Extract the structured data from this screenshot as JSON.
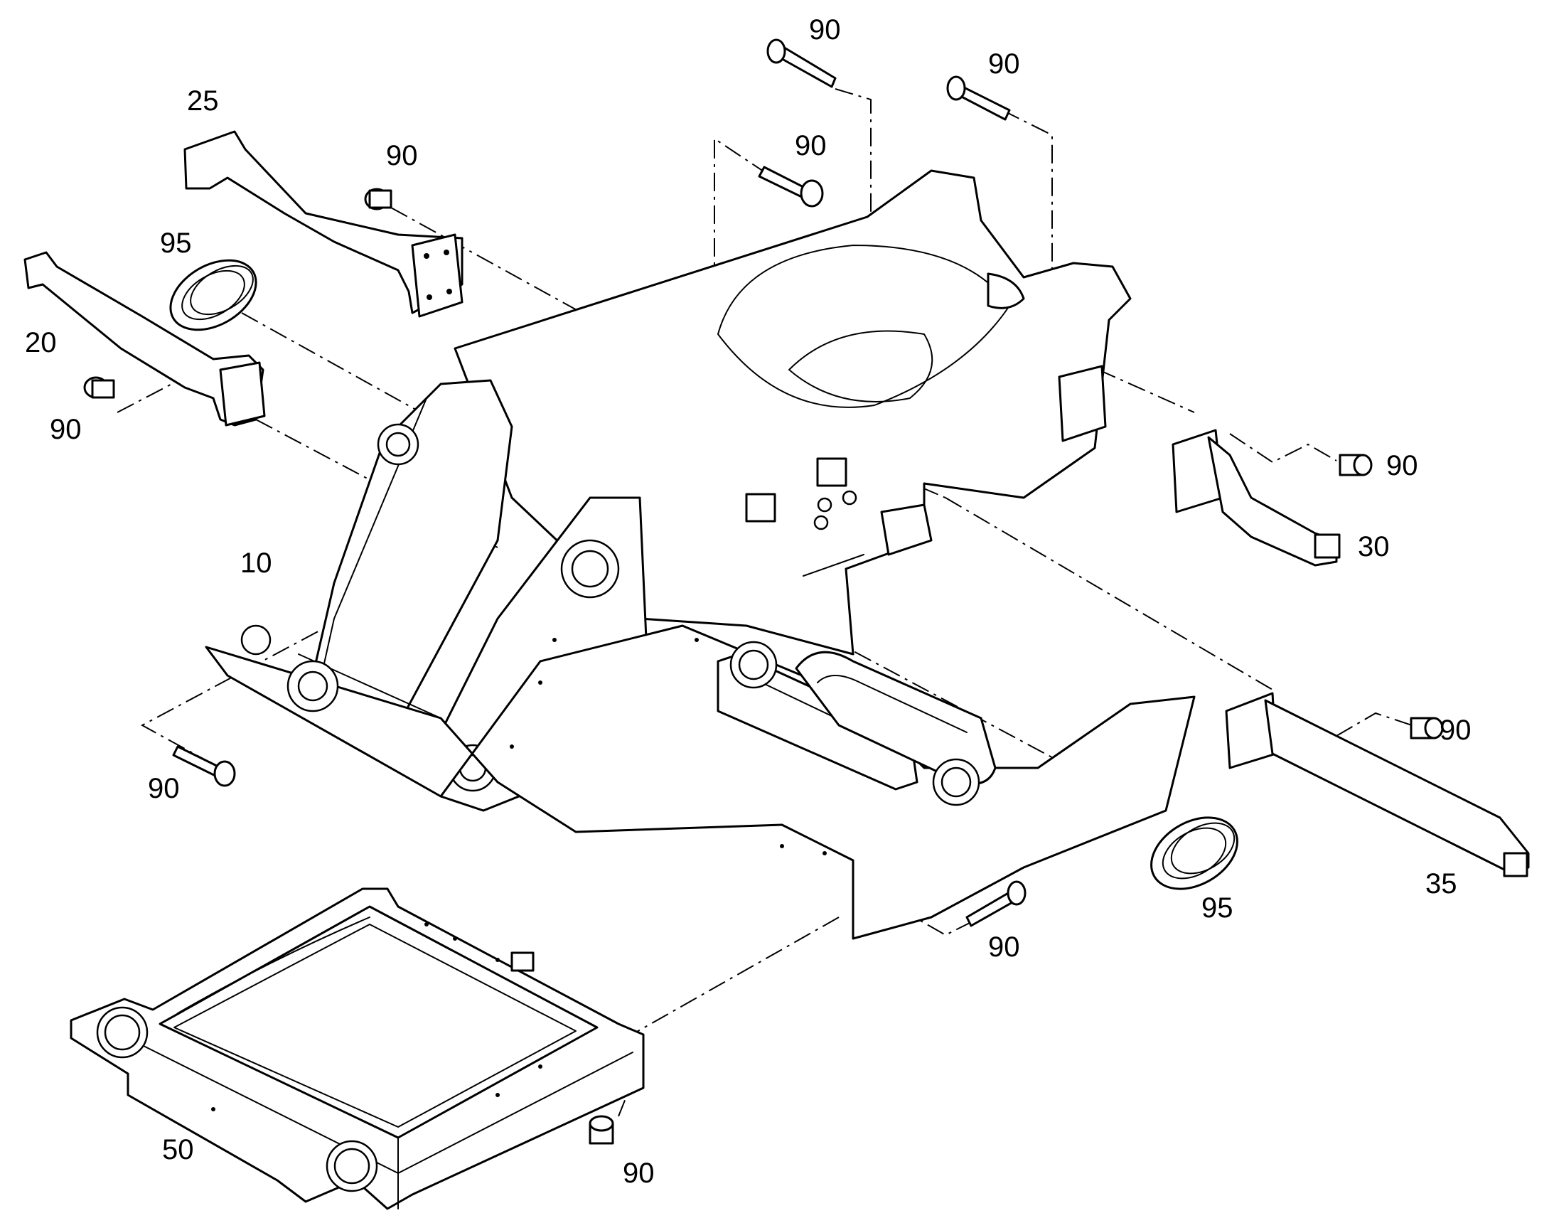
{
  "callouts": {
    "c25": "25",
    "c20": "20",
    "c95_left": "95",
    "c90_cap_25": "90",
    "c90_cap_20": "90",
    "c90_top_1": "90",
    "c90_top_2": "90",
    "c90_top_3": "90",
    "c10": "10",
    "c30": "30",
    "c90_cap_30": "90",
    "c35": "35",
    "c90_cap_35": "90",
    "c95_right": "95",
    "c90_bolt_front": "90",
    "c90_bolt_left": "90",
    "c50": "50",
    "c90_cap_50": "90"
  },
  "colors": {
    "line": "#000000",
    "background": "#ffffff"
  }
}
